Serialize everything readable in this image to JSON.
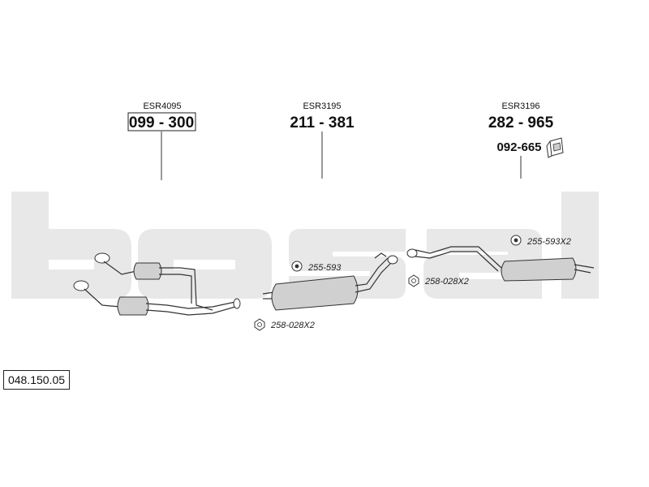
{
  "brand_watermark": "bosal",
  "diagram_reference": "048.150.05",
  "groups": [
    {
      "esr": "ESR4095",
      "part_number": "099 - 300",
      "boxed": true
    },
    {
      "esr": "ESR3195",
      "part_number": "211 - 381",
      "boxed": false
    },
    {
      "esr": "ESR3196",
      "part_number": "282 - 965",
      "boxed": false,
      "accessory_number": "092-665"
    }
  ],
  "hardware": [
    {
      "code": "255-593",
      "icon": "rubber-hanger-icon"
    },
    {
      "code": "258-028X2",
      "icon": "nut-icon"
    },
    {
      "code": "258-028X2",
      "icon": "nut-icon"
    },
    {
      "code": "255-593X2",
      "icon": "rubber-hanger-icon"
    }
  ],
  "colors": {
    "watermark": "#e8e8e8",
    "line": "#333333",
    "part_fill": "#d0d0d0"
  }
}
